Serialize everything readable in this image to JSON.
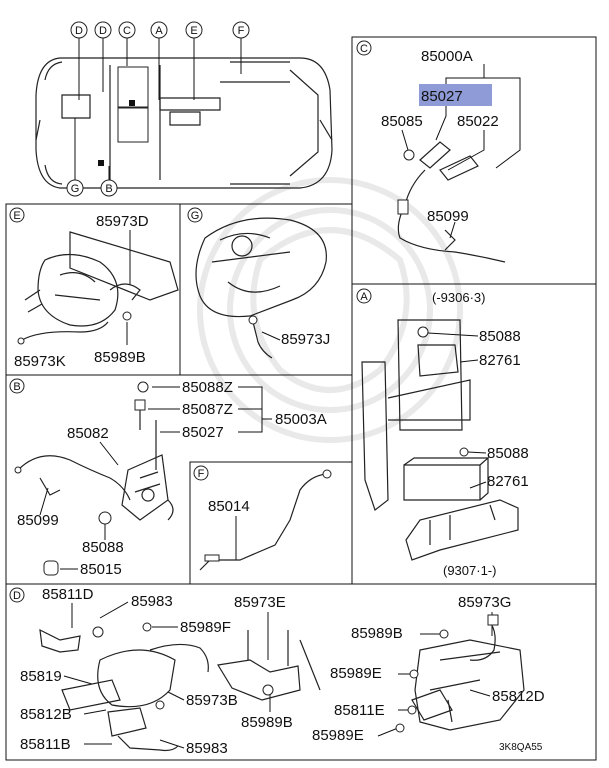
{
  "diagram": {
    "footer_code": "3K8QA55",
    "highlight_color": "#8f9bd6",
    "overview": {
      "callouts": [
        "D",
        "D",
        "C",
        "A",
        "E",
        "F",
        "G",
        "B"
      ]
    },
    "section_c": {
      "letter": "C",
      "labels": [
        "85000A",
        "85027",
        "85085",
        "85022",
        "85099"
      ]
    },
    "section_e": {
      "letter": "E",
      "labels": [
        "85973D",
        "85973K",
        "85989B"
      ]
    },
    "section_g": {
      "letter": "G",
      "labels": [
        "85973J"
      ]
    },
    "section_a": {
      "letter": "A",
      "note_top": "(-9306·3)",
      "note_bottom": "(9307·1-)",
      "labels": [
        "85088",
        "82761",
        "85088",
        "82761"
      ]
    },
    "section_b": {
      "letter": "B",
      "labels": [
        "85088Z",
        "85087Z",
        "85003A",
        "85027",
        "85082",
        "85099",
        "85088",
        "85015"
      ]
    },
    "section_f": {
      "letter": "F",
      "labels": [
        "85014"
      ]
    },
    "section_d": {
      "letter": "D",
      "labels": [
        "85811D",
        "85983",
        "85989F",
        "85973E",
        "85973G",
        "85989B",
        "85819",
        "85973B",
        "85989E",
        "85812B",
        "85989B",
        "85811E",
        "85812D",
        "85811B",
        "85983",
        "85989E"
      ]
    }
  }
}
